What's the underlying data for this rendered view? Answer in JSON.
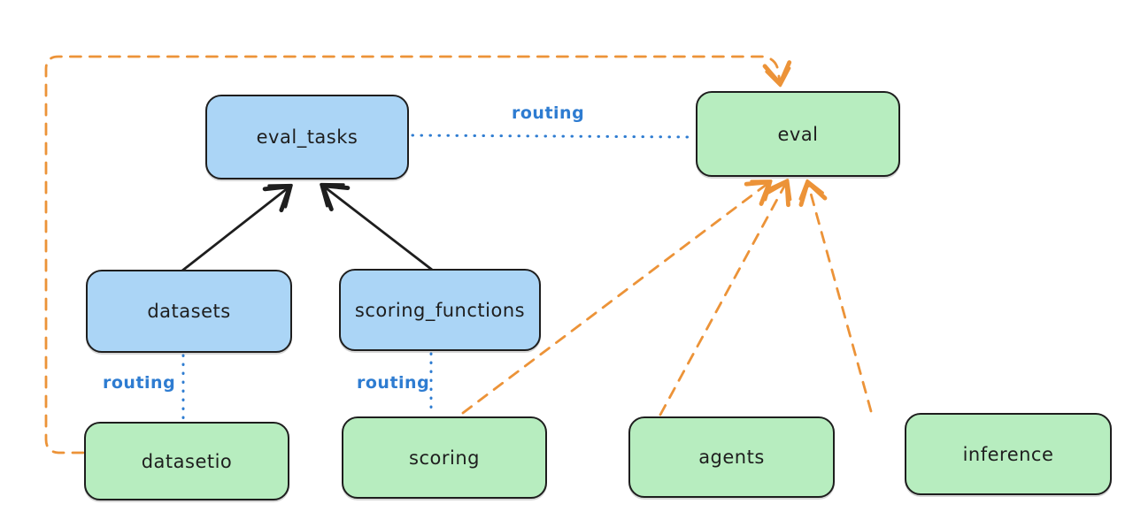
{
  "diagram": {
    "description": "Dependency diagram of eval-related APIs and providers",
    "colors": {
      "node_blue_fill": "#abd5f6",
      "node_green_fill": "#b7edbf",
      "node_border": "#1e1e1e",
      "routing_blue": "#2e7cd1",
      "orange_dashed": "#ec9338",
      "background": "#ffffff"
    }
  },
  "nodes": [
    {
      "id": "eval_tasks",
      "label": "eval_tasks",
      "color": "blue"
    },
    {
      "id": "eval",
      "label": "eval",
      "color": "green"
    },
    {
      "id": "datasets",
      "label": "datasets",
      "color": "blue"
    },
    {
      "id": "scoring_functions",
      "label": "scoring_functions",
      "color": "blue"
    },
    {
      "id": "datasetio",
      "label": "datasetio",
      "color": "green"
    },
    {
      "id": "scoring",
      "label": "scoring",
      "color": "green"
    },
    {
      "id": "agents",
      "label": "agents",
      "color": "green"
    },
    {
      "id": "inference",
      "label": "inference",
      "color": "green"
    }
  ],
  "edges": [
    {
      "from": "datasets",
      "to": "eval_tasks",
      "style": "solid-black-arrow",
      "label": ""
    },
    {
      "from": "scoring_functions",
      "to": "eval_tasks",
      "style": "solid-black-arrow",
      "label": ""
    },
    {
      "from": "eval_tasks",
      "to": "eval",
      "style": "dotted-blue",
      "label": "routing"
    },
    {
      "from": "datasets",
      "to": "datasetio",
      "style": "dotted-blue",
      "label": "routing"
    },
    {
      "from": "scoring_functions",
      "to": "scoring",
      "style": "dotted-blue",
      "label": "routing"
    },
    {
      "from": "datasetio",
      "to": "eval",
      "style": "dashed-orange-arrow",
      "label": ""
    },
    {
      "from": "scoring",
      "to": "eval",
      "style": "dashed-orange-arrow",
      "label": ""
    },
    {
      "from": "agents",
      "to": "eval",
      "style": "dashed-orange-arrow",
      "label": ""
    },
    {
      "from": "inference",
      "to": "eval",
      "style": "dashed-orange-arrow",
      "label": ""
    }
  ]
}
